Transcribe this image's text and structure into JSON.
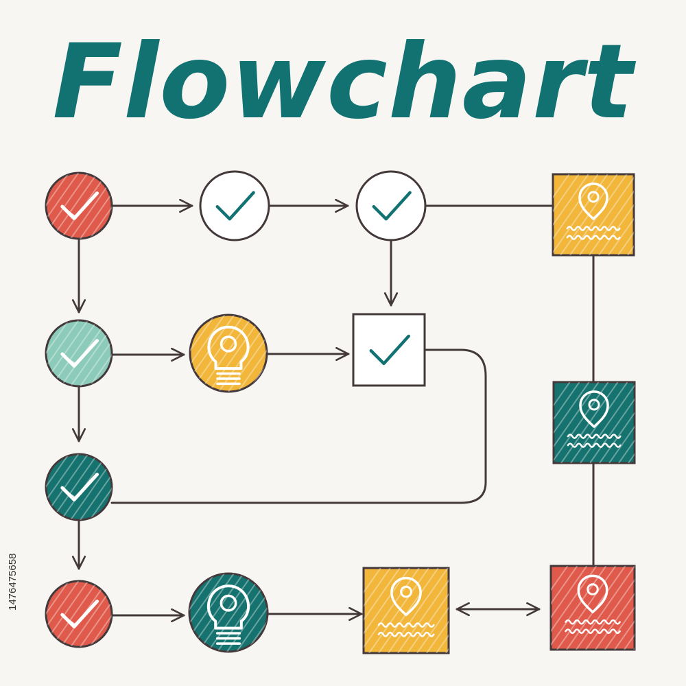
{
  "title": "Flowchart",
  "side_id": "1476475658",
  "colors": {
    "title": "#127272",
    "red": "#df5a4b",
    "mint": "#8ccbb9",
    "teal": "#16726f",
    "yellow": "#f1b63a",
    "white": "#ffffff",
    "line": "#43383a",
    "glyph_teal": "#127272",
    "glyph_white": "#ffffff"
  },
  "nodes": [
    {
      "id": "n1",
      "shape": "circle",
      "fill": "red",
      "icon": "check-icon"
    },
    {
      "id": "n2",
      "shape": "circle",
      "fill": "white",
      "icon": "check-icon"
    },
    {
      "id": "n3",
      "shape": "circle",
      "fill": "white",
      "icon": "check-icon"
    },
    {
      "id": "n4",
      "shape": "square",
      "fill": "yellow",
      "icon": "map-pin-icon"
    },
    {
      "id": "n5",
      "shape": "circle",
      "fill": "mint",
      "icon": "check-icon"
    },
    {
      "id": "n6",
      "shape": "circle",
      "fill": "yellow",
      "icon": "lightbulb-icon"
    },
    {
      "id": "n7",
      "shape": "square",
      "fill": "white",
      "icon": "check-icon"
    },
    {
      "id": "n8",
      "shape": "circle",
      "fill": "teal",
      "icon": "check-icon"
    },
    {
      "id": "n9",
      "shape": "square",
      "fill": "teal",
      "icon": "map-pin-icon"
    },
    {
      "id": "n10",
      "shape": "circle",
      "fill": "red",
      "icon": "check-icon"
    },
    {
      "id": "n11",
      "shape": "circle",
      "fill": "teal",
      "icon": "lightbulb-icon"
    },
    {
      "id": "n12",
      "shape": "square",
      "fill": "yellow",
      "icon": "map-pin-icon"
    },
    {
      "id": "n13",
      "shape": "square",
      "fill": "red",
      "icon": "map-pin-icon"
    }
  ],
  "edges": [
    {
      "from": "n1",
      "to": "n2",
      "arrow": "end"
    },
    {
      "from": "n2",
      "to": "n3",
      "arrow": "end"
    },
    {
      "from": "n3",
      "to": "n4",
      "arrow": "none"
    },
    {
      "from": "n1",
      "to": "n5",
      "arrow": "end"
    },
    {
      "from": "n3",
      "to": "n7",
      "arrow": "end"
    },
    {
      "from": "n5",
      "to": "n6",
      "arrow": "end"
    },
    {
      "from": "n6",
      "to": "n7",
      "arrow": "end"
    },
    {
      "from": "n5",
      "to": "n8",
      "arrow": "end"
    },
    {
      "from": "n7",
      "to": "n8",
      "arrow": "none"
    },
    {
      "from": "n8",
      "to": "n10",
      "arrow": "end"
    },
    {
      "from": "n10",
      "to": "n11",
      "arrow": "end"
    },
    {
      "from": "n11",
      "to": "n12",
      "arrow": "end"
    },
    {
      "from": "n12",
      "to": "n13",
      "arrow": "both"
    },
    {
      "from": "n4",
      "to": "n9",
      "arrow": "none"
    },
    {
      "from": "n9",
      "to": "n13",
      "arrow": "none"
    }
  ]
}
